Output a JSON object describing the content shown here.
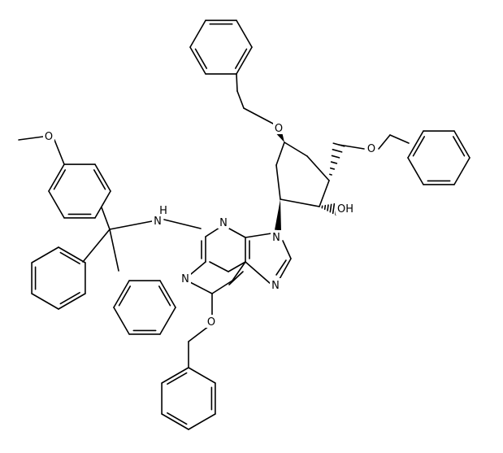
{
  "atom_labels": {
    "o_methoxy": "O",
    "nh": "N",
    "h_of_nh": "H",
    "n3": "N",
    "n1": "N",
    "n9": "N",
    "n7": "N",
    "o6": "O",
    "o_ring": "O",
    "o_side": "O",
    "oh": "OH"
  },
  "colors": {
    "bond": "#000000",
    "background": "#ffffff"
  }
}
